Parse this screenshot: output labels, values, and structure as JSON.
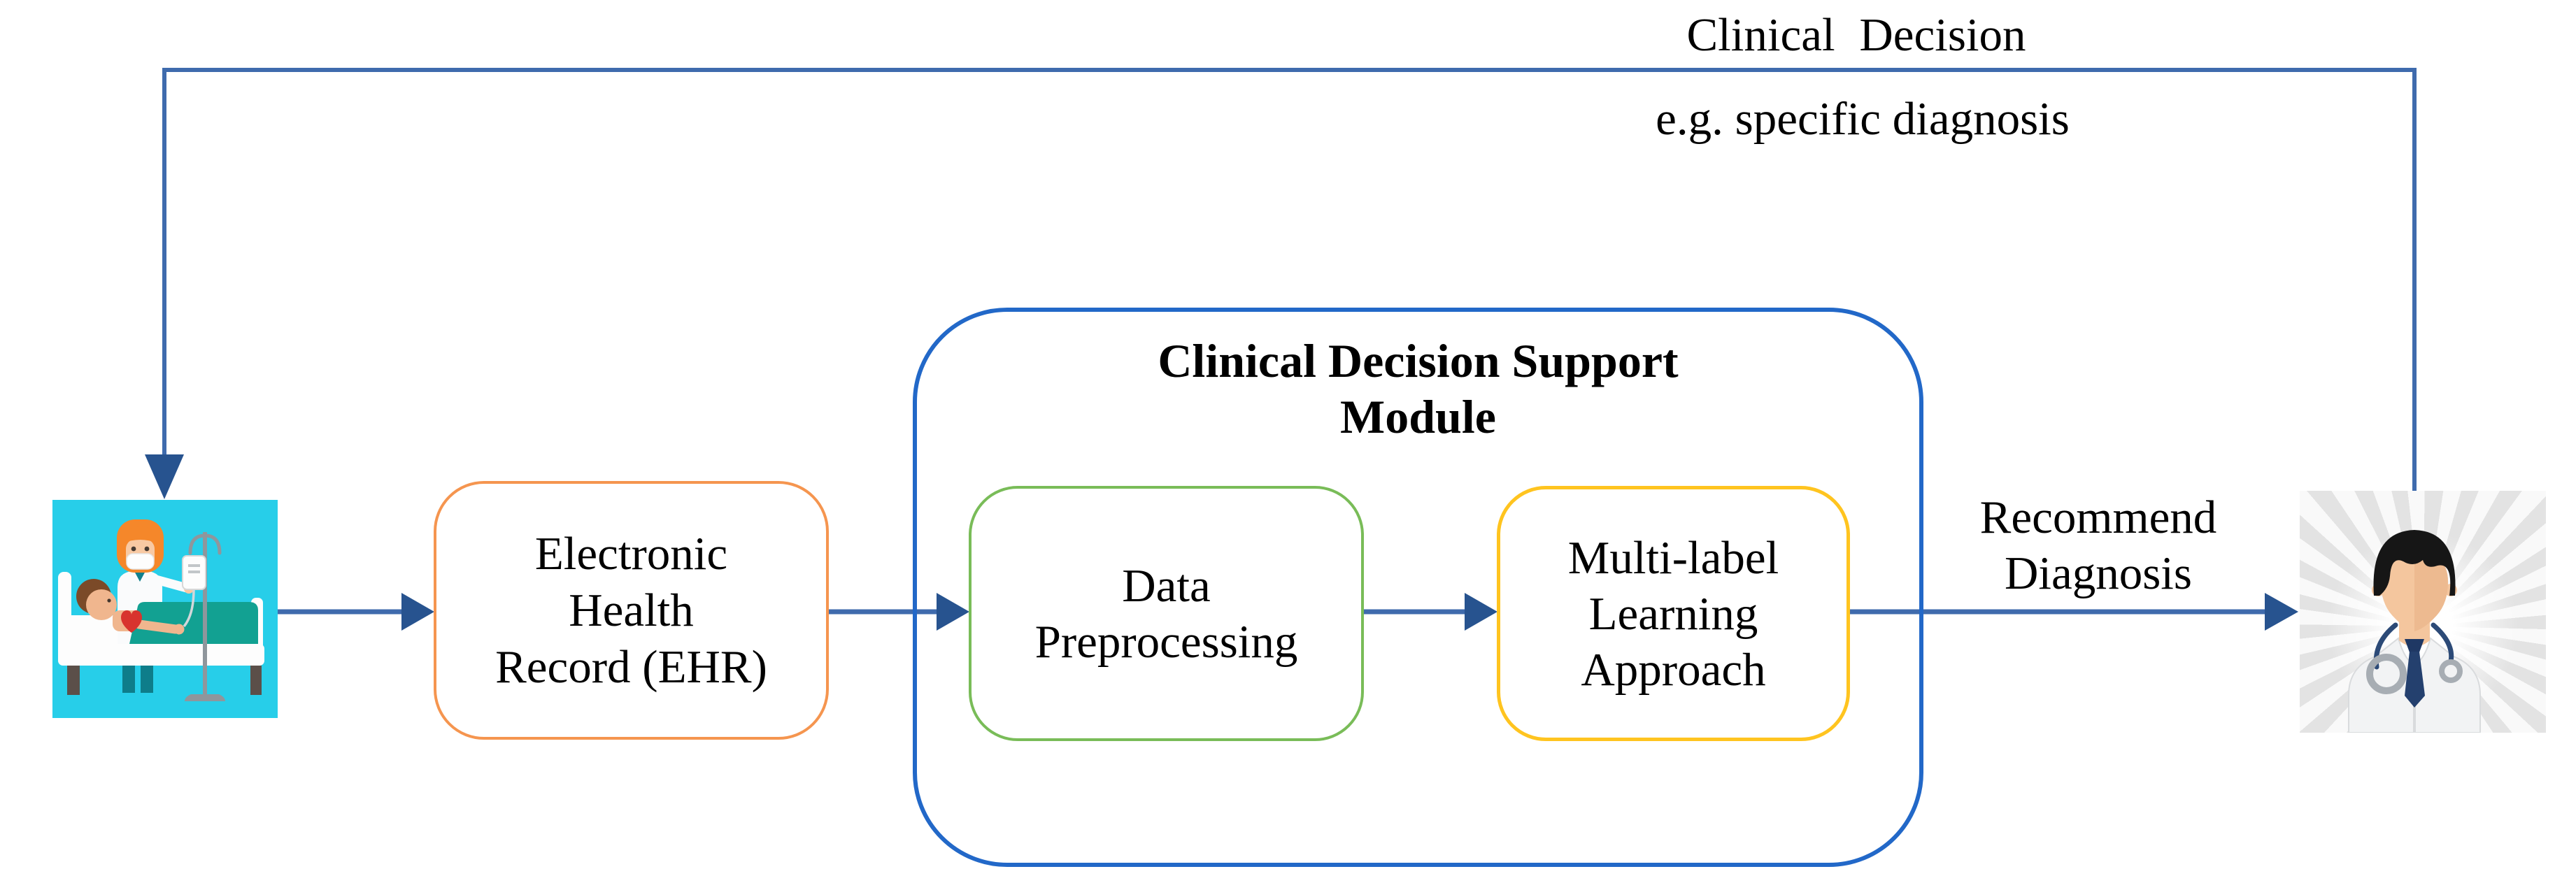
{
  "figure": {
    "type": "flow-diagram",
    "feedback_label": {
      "line1": "Clinical Decision",
      "line2": "e.g. specific diagnosis"
    },
    "patient_node": {
      "icon": "patient-in-hospital-bed-illustration"
    },
    "ehr_node": {
      "line1": "Electronic",
      "line2": "Health",
      "line3": "Record (EHR)"
    },
    "cds_module": {
      "title_line1": "Clinical Decision Support",
      "title_line2": "Module"
    },
    "preprocessing_node": {
      "line1": "Data",
      "line2": "Preprocessing"
    },
    "multilabel_node": {
      "line1": "Multi-label",
      "line2": "Learning",
      "line3": "Approach"
    },
    "recommend_label": {
      "line1": "Recommend",
      "line2": "Diagnosis"
    },
    "doctor_node": {
      "icon": "doctor-illustration"
    }
  },
  "colors": {
    "flow_line": "#3F6BAD",
    "arrow_head": "#27538F",
    "cds_border": "#2268C8",
    "ehr_border": "#F5954F",
    "preprocessing_border": "#79BC58",
    "multilabel_border": "#FFC41F",
    "patient_background": "#27CEE9",
    "text": "#000000",
    "canvas": "#FFFFFF"
  }
}
